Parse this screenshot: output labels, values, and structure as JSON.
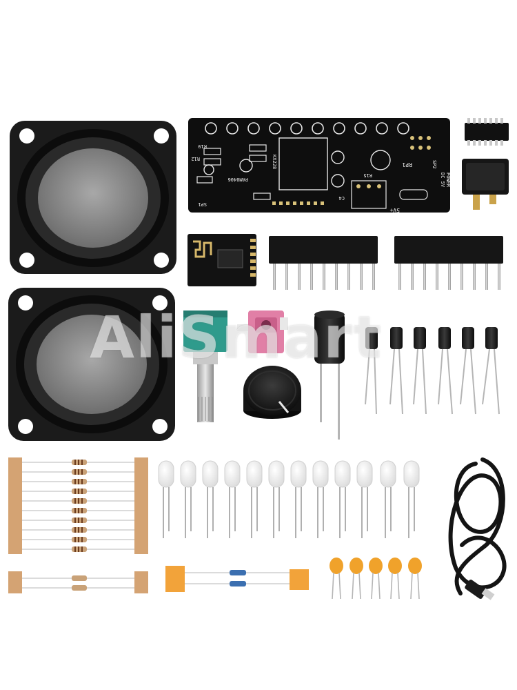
{
  "image": {
    "watermark_text": "AliSmart",
    "background": "#ffffff",
    "colors": {
      "speaker_body": "#1b1b1b",
      "speaker_cone": "#8a8a8a",
      "pcb": "#0e0e0e",
      "bt_module": "#121212",
      "potentiometer": "#2f9b8c",
      "audio_jack": "#e17fa6",
      "resistor_tape": "#d4a373",
      "ceramic_capacitor": "#f0a22b",
      "led": "#f4f4f4"
    },
    "pcb_labels": [
      "SP2",
      "RP1",
      "DC 5V",
      "POWER",
      "5V+",
      "R15",
      "C4",
      "PAM8406",
      "R19",
      "R12",
      "SP1",
      "KX228"
    ]
  }
}
